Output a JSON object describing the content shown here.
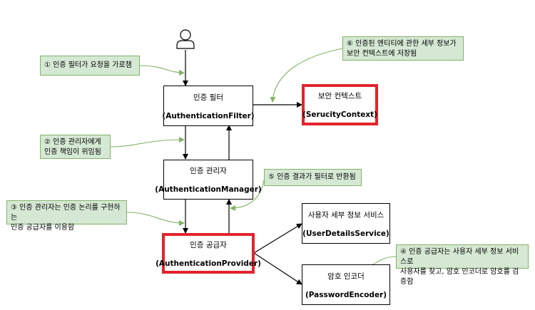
{
  "nodes": {
    "filter": {
      "title": "인증 필터",
      "sub": "(AuthenticationFilter)"
    },
    "context": {
      "title": "보안 컨텍스트",
      "sub": "(SerucityContext)"
    },
    "manager": {
      "title": "인증 관리자",
      "sub": "(AuthenticationManager)"
    },
    "provider": {
      "title": "인증 공급자",
      "sub": "(AuthenticationProvider)"
    },
    "userdetails": {
      "title": "사용자 세부 정보 서비스",
      "sub": "(UserDetailsService)"
    },
    "encoder": {
      "title": "암호 인코더",
      "sub": "(PasswordEncoder)"
    }
  },
  "notes": {
    "n1": "① 인증 필터가 요청을 가로챔",
    "n2": "② 인증 관리자에게\n인증 책임이 위임됨",
    "n3": "③ 인증 관리자는 인증 논리를 구현하는\n인증 공급자를 이용함",
    "n4": "④ 인증 공급자는 사용자 세부 정보 서비스로\n사용자를 찾고, 암호 인코더로 암호를 검증함",
    "n5": "⑤ 인증 결과가 필터로 반환됨",
    "n6": "⑥ 인증된 엔티티에 관한 세부 정보가\n보안 컨텍스트에 저장됨"
  },
  "colors": {
    "highlight": "#e3232c",
    "note_fill": "#d5e8d4",
    "note_stroke": "#82b366",
    "arrow": "#000000"
  },
  "icons": {
    "actor": "user-icon"
  }
}
